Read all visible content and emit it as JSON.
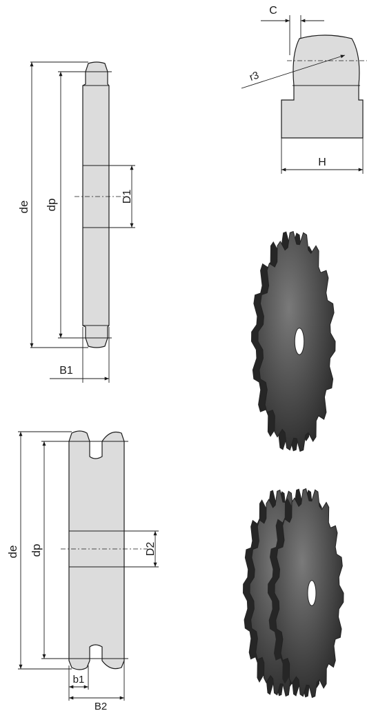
{
  "labels": {
    "single": {
      "outer_diameter": "de",
      "pitch_diameter": "dp",
      "bore": "D1",
      "width": "B1"
    },
    "profile": {
      "chamfer": "C",
      "radius": "r3",
      "hub_width": "H"
    },
    "duplex": {
      "outer_diameter": "de",
      "pitch_diameter": "dp",
      "bore": "D2",
      "tooth_width": "b1",
      "total_width": "B2"
    }
  },
  "colors": {
    "fill": "#dcdcdc",
    "line": "#1a1a1a",
    "metal": "#4a4a4a"
  }
}
